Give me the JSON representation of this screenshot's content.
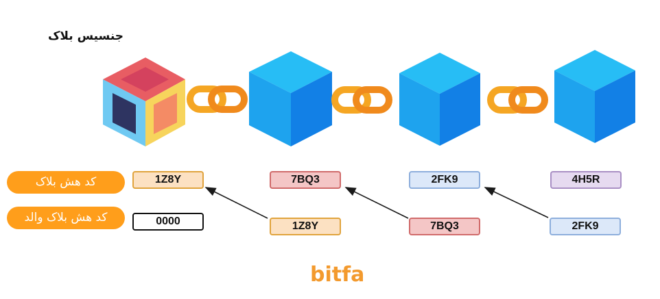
{
  "genesis_label": "جنسیس بلاک",
  "legend": {
    "block_hash_label": "کد هش بلاک",
    "parent_hash_label": "کد هش بلاک والد"
  },
  "blocks": [
    {
      "hash": "1Z8Y",
      "parent_hash": "0000",
      "style": "genesis",
      "box_fill": "#FCE1C2",
      "box_border": "#E0A33C"
    },
    {
      "hash": "7BQ3",
      "parent_hash": "1Z8Y",
      "style": "blue",
      "box_fill": "#F4C6C6",
      "box_border": "#D06A6A"
    },
    {
      "hash": "2FK9",
      "parent_hash": "7BQ3",
      "style": "blue",
      "box_fill": "#DCE8F9",
      "box_border": "#8DAEDC"
    },
    {
      "hash": "4H5R",
      "parent_hash": "2FK9",
      "style": "blue",
      "box_fill": "#E6DAF0",
      "box_border": "#A98FC4"
    }
  ],
  "parent_box_colors": [
    {
      "fill": "#FFFFFF",
      "border": "#111111"
    },
    {
      "fill": "#FCE1C2",
      "border": "#E0A33C"
    },
    {
      "fill": "#F4C6C6",
      "border": "#D06A6A"
    },
    {
      "fill": "#DCE8F9",
      "border": "#8DAEDC"
    }
  ],
  "brand": "bitfa",
  "colors": {
    "accent": "#FF9E1B",
    "chain": "#F5A623",
    "cube_top": "#27BDF5",
    "cube_left": "#1EA3EE",
    "cube_right": "#1280E6"
  }
}
